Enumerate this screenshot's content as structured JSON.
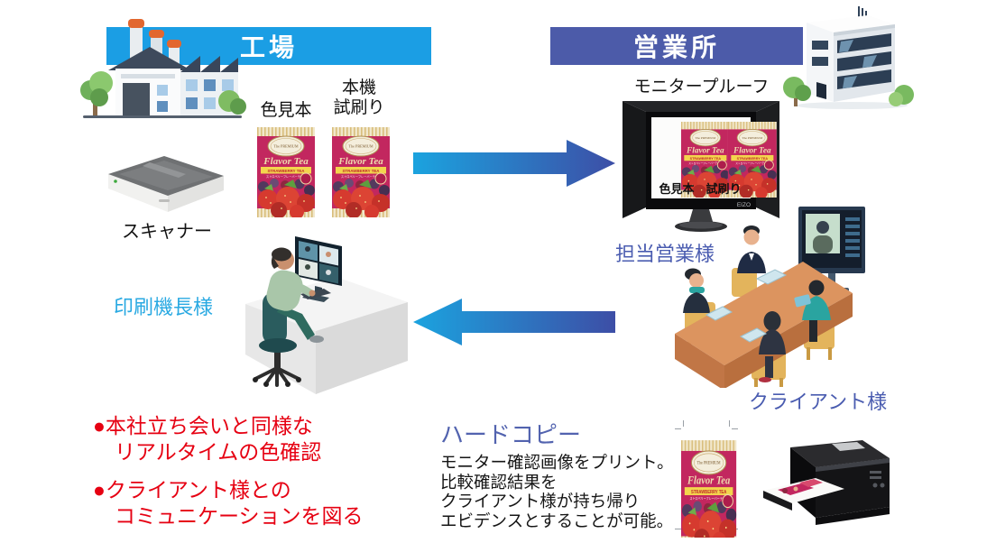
{
  "factory": {
    "banner": "工場",
    "scanner_label": "スキャナー",
    "color_sample_label": "色見本",
    "press_proof_line1": "本機",
    "press_proof_line2": "試刷り",
    "operator_label": "印刷機長様"
  },
  "office": {
    "banner": "営業所",
    "monitor_proof_label": "モニタープルーフ",
    "screen_color_sample_label": "色見本",
    "screen_proof_label": "試刷り",
    "monitor_brand": "EIZO",
    "sales_rep_label": "担当営業様",
    "client_label": "クライアント様"
  },
  "benefits": {
    "bullet": "●",
    "items": [
      {
        "line1": "本社立ち会いと同様な",
        "line2": "リアルタイムの色確認"
      },
      {
        "line1": "クライアント様との",
        "line2": "コミュニケーションを図る"
      }
    ]
  },
  "hardcopy": {
    "title": "ハードコピー",
    "lines": [
      "モニター確認画像をプリント。",
      "比較確認結果を",
      "クライアント様が持ち帰り",
      "エビデンスとすることが可能。"
    ]
  },
  "package": {
    "brand": "The PREMIUM",
    "name": "Flavor Tea",
    "variant": "STRAWBERRY TEA",
    "variant_sub": "ストロベリーフレーバーティー"
  },
  "colors": {
    "factory_banner": "#1B9EE4",
    "office_banner": "#4C5BA9",
    "accent_text": "#4A5CB0",
    "operator_text": "#29A9E2",
    "benefit_text": "#E60012",
    "arrow_gradient_start": "#1BA3DF",
    "arrow_gradient_end": "#3D4EA6",
    "package_magenta": "#C2275F",
    "table_orange": "#DC945F"
  }
}
